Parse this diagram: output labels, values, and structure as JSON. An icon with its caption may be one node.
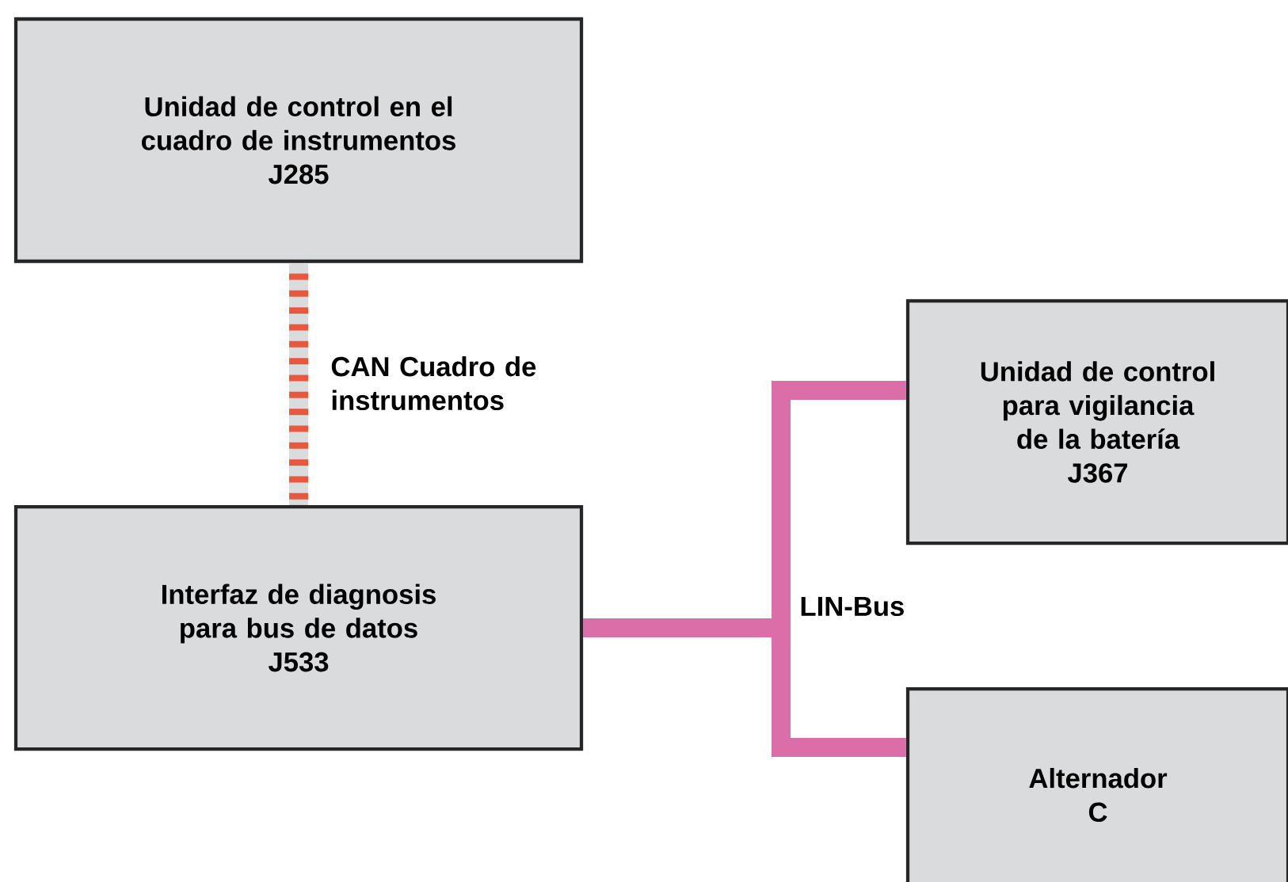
{
  "diagram": {
    "nodes": [
      {
        "text": [
          "Unidad de control en el cuadro de instrumentos",
          "J285"
        ]
      },
      {
        "text": [
          "Interfaz de diagnosis para bus de datos",
          "J533"
        ]
      },
      {
        "text": [
          "Unidad de control para vigilancia de la batería",
          "J367"
        ]
      },
      {
        "text": [
          "Alternador",
          "C"
        ]
      }
    ],
    "edges": [
      {
        "from": 0,
        "to": 1,
        "arrow": "none",
        "label": "CAN Cuadro de instrumentos",
        "color": "#e8583e"
      },
      {
        "from": 1,
        "to": 2,
        "arrow": "none",
        "color": "#d96ea8"
      },
      {
        "from": 1,
        "to": 3,
        "arrow": "none",
        "color": "#d96ea8"
      }
    ],
    "labels": [
      "LIN-Bus"
    ]
  }
}
